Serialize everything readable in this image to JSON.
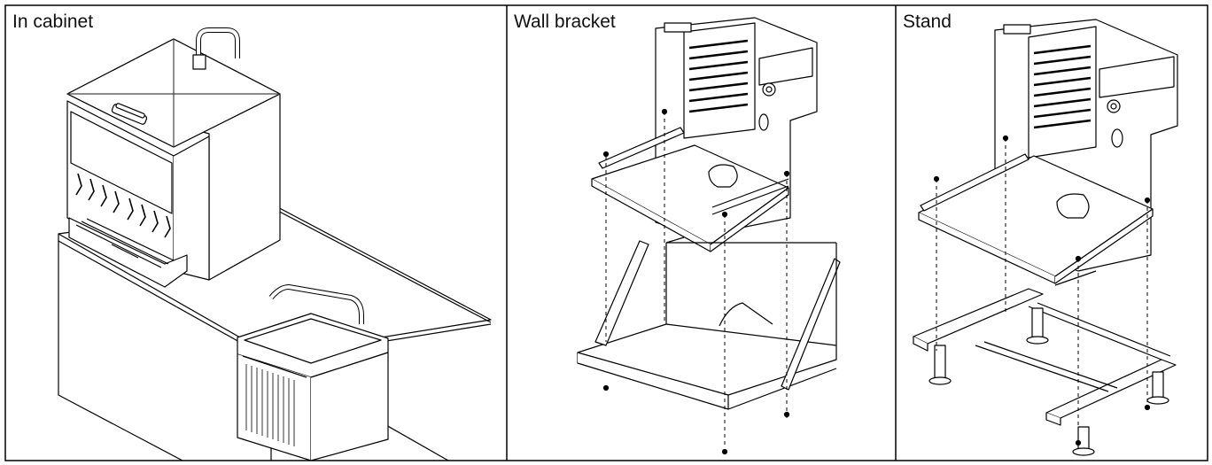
{
  "panels": [
    {
      "id": "in-cabinet",
      "title": "In cabinet"
    },
    {
      "id": "wall-bracket",
      "title": "Wall bracket"
    },
    {
      "id": "stand",
      "title": "Stand"
    }
  ]
}
